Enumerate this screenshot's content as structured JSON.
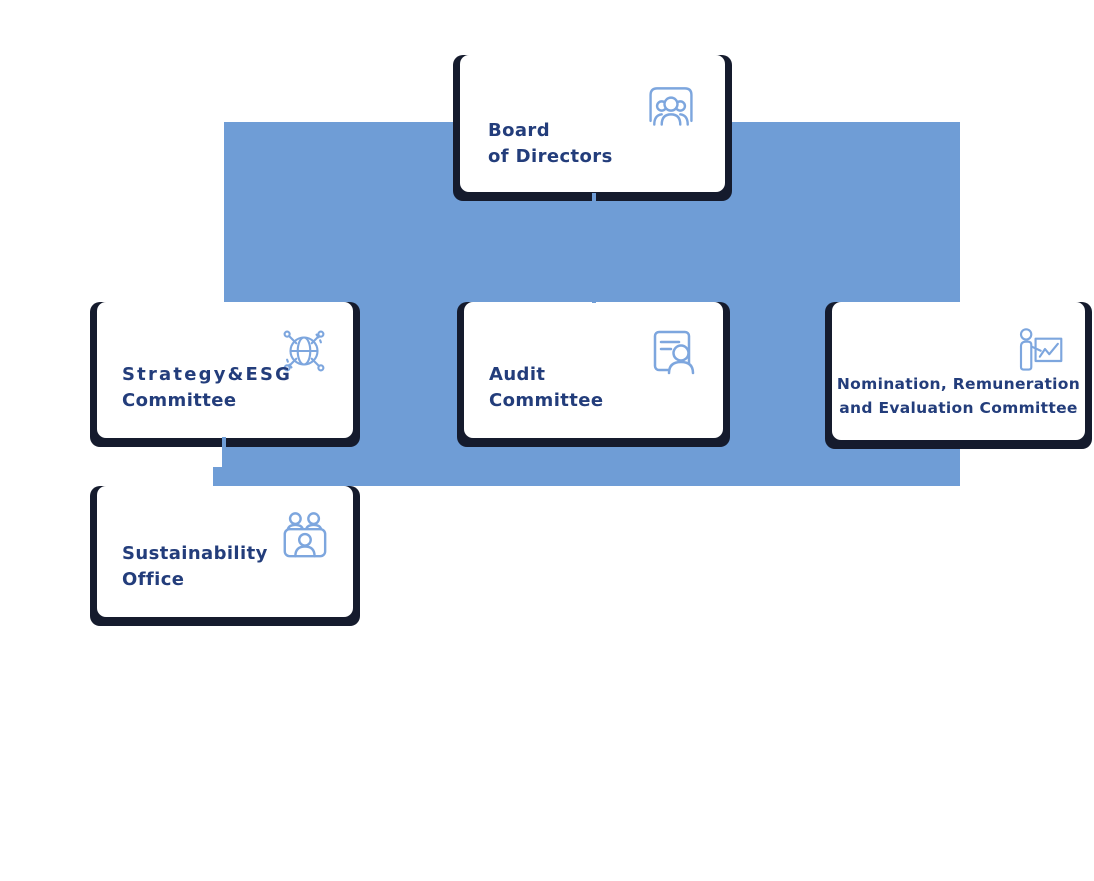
{
  "page": {
    "background": "#ffffff",
    "type": "organization-chart"
  },
  "colors": {
    "connector_blue": "#6f9dd6",
    "frame_navy": "#151b2d",
    "label_navy": "#233d7b",
    "icon_blue": "#7da6de",
    "card_white": "#ffffff"
  },
  "org_chart": {
    "nodes": [
      {
        "id": "board",
        "label_lines": [
          "Board",
          "of Directors"
        ],
        "icon": "board-meeting-icon",
        "level": "top"
      },
      {
        "id": "strategy",
        "label_lines": [
          "Strategy&ESG",
          "Committee"
        ],
        "icon": "global-network-icon",
        "level": "committee"
      },
      {
        "id": "audit",
        "label_lines": [
          "Audit",
          "Committee"
        ],
        "icon": "audit-document-icon",
        "level": "committee"
      },
      {
        "id": "nomination",
        "label_lines": [
          "Nomination, Remuneration",
          "and Evaluation Committee"
        ],
        "icon": "presenter-chart-icon",
        "level": "committee"
      },
      {
        "id": "sustainability",
        "label_lines": [
          "Sustainability",
          "Office"
        ],
        "icon": "meeting-desk-icon",
        "level": "office"
      }
    ]
  }
}
